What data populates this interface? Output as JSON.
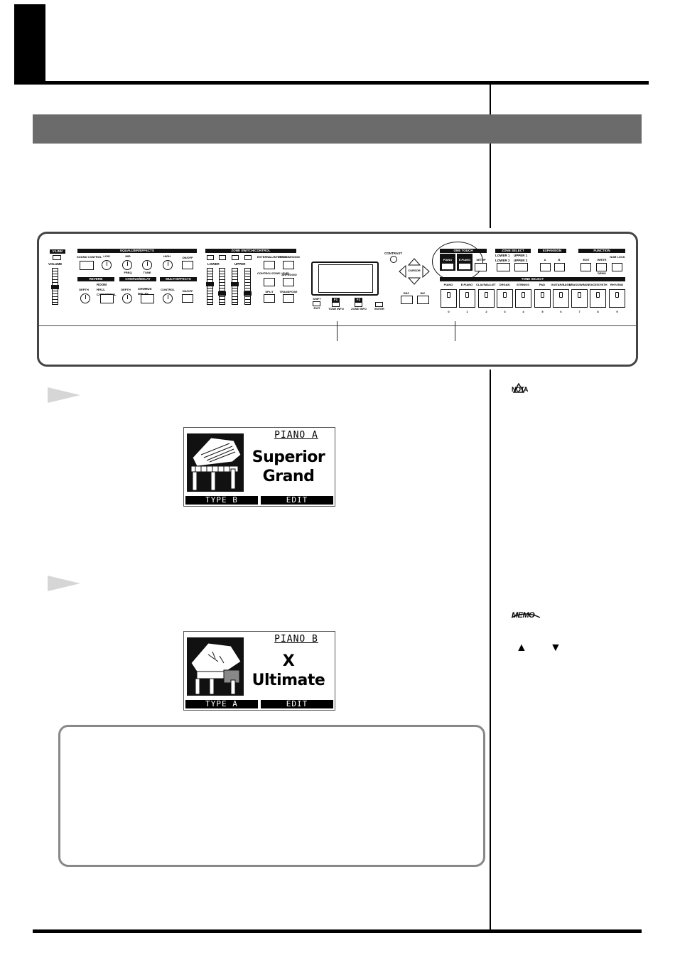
{
  "panel": {
    "volume": {
      "brand": "V-LINK",
      "label": "VOLUME"
    },
    "equalizer": {
      "title": "EQUALIZER/EFFECTS",
      "sound_control": "SOUND CONTROL",
      "knobs": [
        "LOW",
        "MID",
        "HIGH"
      ],
      "knob_sub": [
        "FREQ",
        "TONE"
      ],
      "on_off": "ON/OFF"
    },
    "reverb": {
      "title": "REVERB",
      "depth": "DEPTH",
      "types": [
        "ROOM",
        "HALL",
        "CATHEDRAL"
      ]
    },
    "chorus_delay": {
      "title": "CHORUS/DELAY",
      "depth": "DEPTH",
      "types": [
        "CHORUS",
        "DELAY"
      ]
    },
    "multi_effects": {
      "title": "MULTI-EFFECTS",
      "control": "CONTROL",
      "on_off": "ON/OFF"
    },
    "zone_switch": {
      "title": "ZONE SWITCH/CONTROL",
      "lower": "LOWER",
      "upper": "UPPER",
      "buttons": [
        "EXTERNAL/INTERNAL",
        "RHYTHM/SONG",
        "CONTROL/ZONE LEVEL",
        "ARPEGGIO",
        "SPLIT",
        "TRANSPOSE"
      ]
    },
    "display": {
      "contrast": "CONTRAST",
      "cursor": "CURSOR",
      "shift": "SHIFT",
      "exit": "EXIT",
      "f1": "F1",
      "f2": "F2",
      "tone_info": "TONE INFO",
      "zone_info": "ZONE INFO",
      "enter": "ENTER",
      "dec": "DEC",
      "inc": "INC"
    },
    "one_touch": {
      "title": "ONE TOUCH",
      "buttons": [
        "PIANO",
        "E.PIANO",
        "SETUP"
      ]
    },
    "zone_select": {
      "title": "ZONE SELECT",
      "items": [
        "LOWER 1",
        "UPPER 1",
        "LOWER 2",
        "UPPER 2"
      ]
    },
    "expansion": {
      "title": "EXPANSION",
      "items": [
        "A",
        "B"
      ]
    },
    "function": {
      "title": "FUNCTION",
      "items": [
        "EDIT",
        "WRITE",
        "NUM LOCK"
      ],
      "demo": "DEMO"
    },
    "tone_select": {
      "title": "TONE SELECT",
      "tones": [
        "PIANO",
        "E.PIANO",
        "CLAV/MALLET",
        "ORGAN",
        "STRINGS",
        "PAD",
        "GUITAR/BASS",
        "BRASS/WINDS",
        "VOICE/SYNTH",
        "RHY/GM2"
      ],
      "indices": [
        "0",
        "1",
        "2",
        "3",
        "4",
        "5",
        "6",
        "7",
        "8",
        "9"
      ]
    }
  },
  "screen_a": {
    "title": "PIANO A",
    "name_line1": "Superior",
    "name_line2": "Grand",
    "foot_left": "TYPE B",
    "foot_right": "EDIT"
  },
  "screen_b": {
    "title": "PIANO B",
    "name_line1": "X",
    "name_line2": "Ultimate",
    "foot_left": "TYPE A",
    "foot_right": "EDIT"
  },
  "sidebar": {
    "nota": "NOTA",
    "memo": "MEMO"
  }
}
